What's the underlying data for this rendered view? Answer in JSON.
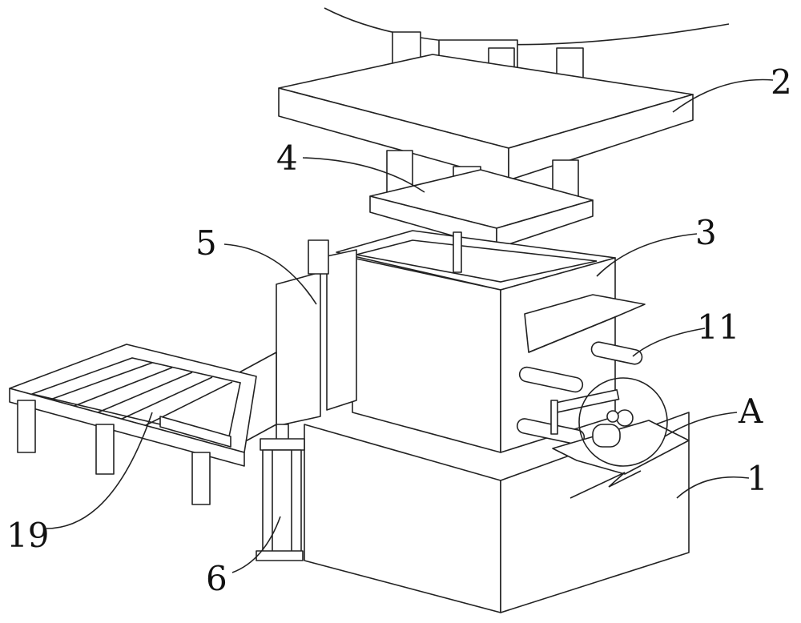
{
  "figure": {
    "labels": {
      "press_plate": "2",
      "upper_die_plate": "4",
      "side_plate": "5",
      "housing": "3",
      "roller": "11",
      "detail_a": "A",
      "base": "1",
      "conveyor": "19",
      "cylinder": "6"
    }
  }
}
